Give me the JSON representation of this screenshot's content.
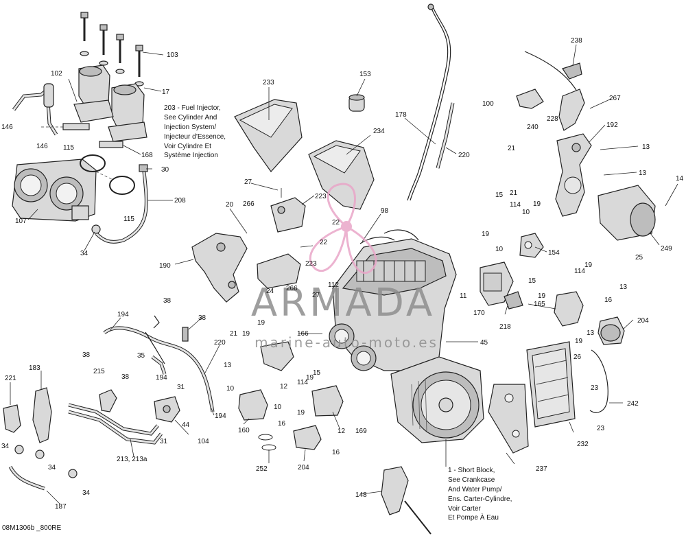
{
  "diagram_id": "08M1306b _800RE",
  "watermark": {
    "brand": "ARMADA",
    "sub": "marine-auto-moto.es",
    "color": "#e9a6c8"
  },
  "part_labels": {
    "p103": "103",
    "p102": "102",
    "p17": "17",
    "p146a": "146",
    "p146b": "146",
    "p168": "168",
    "p115a": "115",
    "p115b": "115",
    "p30": "30",
    "p208": "208",
    "p107": "107",
    "p34a": "34",
    "p233": "233",
    "p234": "234",
    "p153": "153",
    "p178": "178",
    "p220a": "220",
    "p27a": "27",
    "p266a": "266",
    "p20": "20",
    "p223a": "223",
    "p22a": "22",
    "p22b": "22",
    "p98": "98",
    "p223b": "223",
    "p190": "190",
    "p266b": "266",
    "p27b": "27",
    "p112": "112",
    "p24": "24",
    "p19a": "19",
    "p166": "166",
    "p21a": "21",
    "p19b": "19",
    "p38a": "38",
    "p38b": "38",
    "p194a": "194",
    "p38c": "38",
    "p220b": "220",
    "p35": "35",
    "p38d": "38",
    "p194b": "194",
    "p215": "215",
    "p31a": "31",
    "p44": "44",
    "p194c": "194",
    "p183": "183",
    "p221": "221",
    "p31b": "31",
    "p104": "104",
    "p213": "213, 213a",
    "p34b": "34",
    "p34c": "34",
    "p34d": "34",
    "p187": "187",
    "p13a": "13",
    "p10a": "10",
    "p160": "160",
    "p10b": "10",
    "p12a": "12",
    "p15a": "15",
    "p19c": "19",
    "p114a": "114",
    "p19d": "19",
    "p169": "169",
    "p12b": "12",
    "p16a": "16",
    "p204a": "204",
    "p16b": "16",
    "p252": "252",
    "p45": "45",
    "p148": "148",
    "p238": "238",
    "p100": "100",
    "p240": "240",
    "p267": "267",
    "p228": "228",
    "p192": "192",
    "p21b": "21",
    "p13b": "13",
    "p21c": "21",
    "p13c": "13",
    "p14": "14",
    "p15b": "15",
    "p114b": "114",
    "p19e": "19",
    "p10c": "10",
    "p19f": "19",
    "p10d": "10",
    "p154": "154",
    "p25": "25",
    "p249": "249",
    "p11": "11",
    "p170": "170",
    "p15c": "15",
    "p19g": "19",
    "p114c": "114",
    "p19h": "19",
    "p13d": "13",
    "p16c": "16",
    "p218": "218",
    "p165": "165",
    "p19i": "19",
    "p13e": "13",
    "p204b": "204",
    "p26": "26",
    "p23a": "23",
    "p242": "242",
    "p23b": "23",
    "p232": "232",
    "p237": "237"
  },
  "notes": {
    "fuel_injector": [
      "203 - Fuel Injector,",
      "See Cylinder And",
      "Injection System/",
      "Injecteur d’Essence,",
      "Voir Cylindre Et",
      "Système Injection"
    ],
    "short_block": [
      "1 - Short Block,",
      "See Crankcase",
      "And Water Pump/",
      "Ens. Carter-Cylindre,",
      "Voir Carter",
      "Et Pompe À Eau"
    ]
  }
}
